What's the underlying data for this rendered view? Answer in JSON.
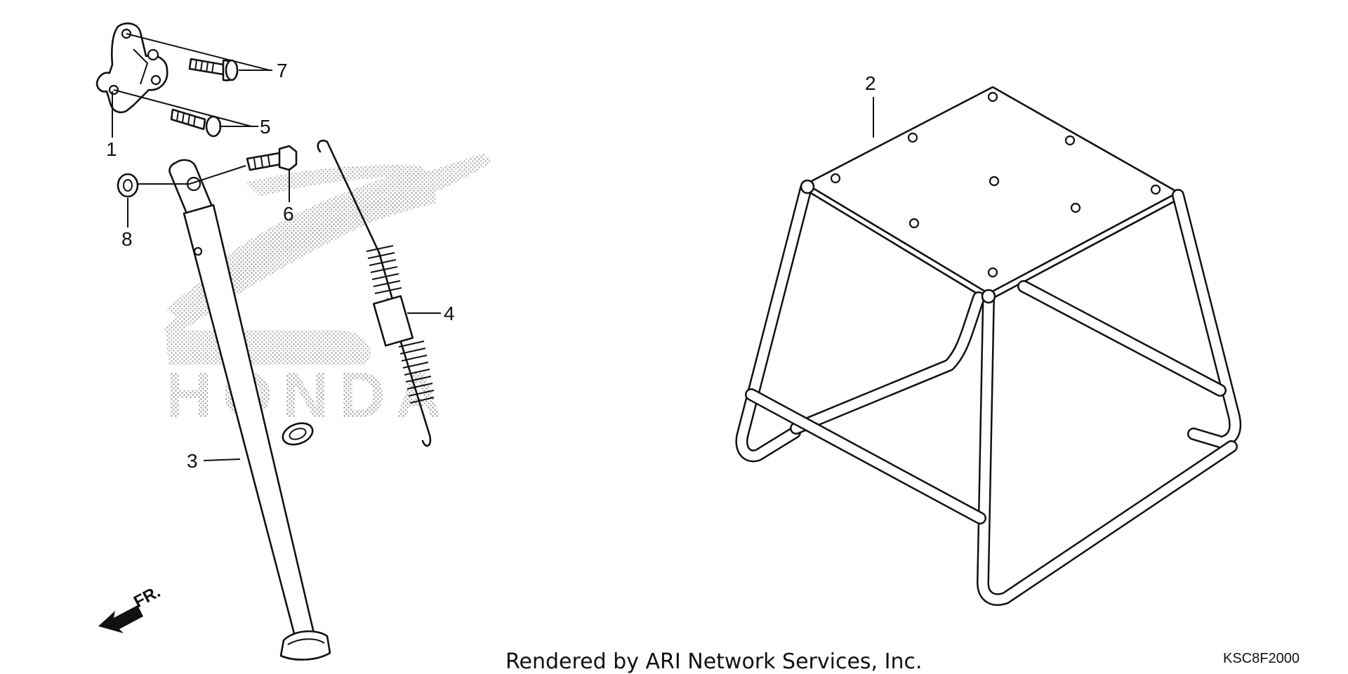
{
  "diagram": {
    "callouts": [
      "1",
      "2",
      "3",
      "4",
      "5",
      "6",
      "7",
      "8"
    ],
    "direction_label": "FR.",
    "watermark": "HONDA",
    "footer": "Rendered by ARI Network Services, Inc.",
    "diagram_code": "KSC8F2000"
  },
  "colors": {
    "ink": "#111111",
    "background": "#ffffff",
    "watermark": "#9a9a9a"
  },
  "icons": [
    "front-direction-arrow-icon",
    "honda-wing-watermark"
  ]
}
